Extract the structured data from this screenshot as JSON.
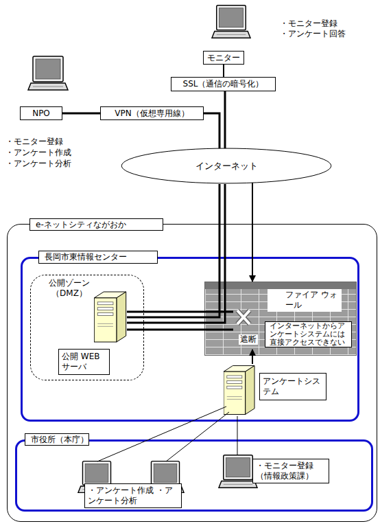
{
  "diagram": {
    "nodes": [
      {
        "text": [
          "モニター"
        ]
      },
      {
        "text": [
          "SSL（通信の暗号化）"
        ]
      },
      {
        "text": [
          "NPO"
        ]
      },
      {
        "text": [
          "VPN（仮想専用線）"
        ]
      },
      {
        "text": [
          "インターネット"
        ]
      },
      {
        "text": [
          "e-ネットシティながおか"
        ]
      },
      {
        "text": [
          "長岡市東情報センター"
        ],
        "in": 5
      },
      {
        "text": [
          "公開ゾーン （DMZ）"
        ],
        "in": 6
      },
      {
        "text": [
          "公開 WEB サーバ"
        ],
        "in": 7
      },
      {
        "text": [
          "ファイア ウォール",
          "遮断"
        ],
        "in": 6
      },
      {
        "text": [
          "インターネットからアンケートシステムには直接アクセスできない"
        ],
        "in": 9
      },
      {
        "text": [
          "アンケートシステム"
        ],
        "in": 6
      },
      {
        "text": [
          "市役所（本庁）"
        ],
        "in": 5
      },
      {
        "text": [
          "・アンケート作成 ・アンケート分析"
        ],
        "in": 12
      },
      {
        "text": [
          "・モニター登録 （情報政策課）"
        ],
        "in": 12
      }
    ],
    "edges": [
      {
        "from": 0,
        "to": 1,
        "arrow": "none"
      },
      {
        "from": 1,
        "to": 4,
        "arrow": "none"
      },
      {
        "from": 2,
        "to": 3,
        "arrow": "none"
      },
      {
        "from": 3,
        "to": 4,
        "arrow": "none"
      },
      {
        "from": 4,
        "to": 9,
        "arrow": "to"
      }
    ],
    "labels": [
      "・モニター登録",
      "・アンケート回答",
      "・モニター登録",
      "・アンケート作成",
      "・アンケート分析"
    ]
  }
}
